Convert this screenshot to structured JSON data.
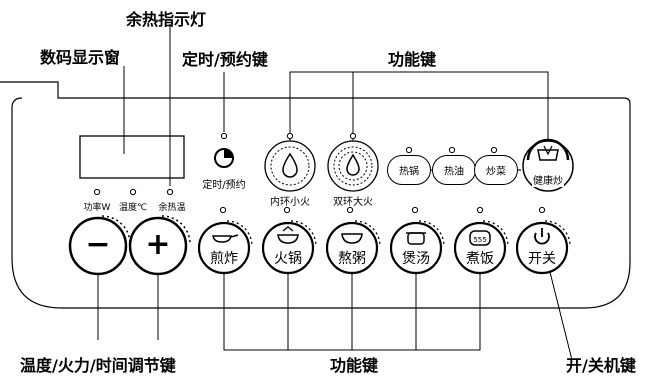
{
  "callouts": {
    "residual_heat_indicator": "余热指示灯",
    "display_window": "数码显示窗",
    "timer_preset_key": "定时/预约键",
    "function_keys_top": "功能键",
    "adjust_keys": "温度/火力/时间调节键",
    "function_keys_bottom": "功能键",
    "power_key": "开/关机键"
  },
  "indicator_labels": {
    "power": "功率W",
    "temperature": "温度℃",
    "residual_heat": "余热温"
  },
  "top_controls": {
    "timer": "定时/预约",
    "inner_ring": "内环小火",
    "double_ring": "双环大火"
  },
  "pill_buttons": [
    "热锅",
    "热油",
    "炒菜"
  ],
  "healthy_fry": "健康炒",
  "adjust_buttons": [
    "−",
    "+"
  ],
  "function_buttons": [
    "煎炸",
    "火锅",
    "熬粥",
    "煲汤",
    "煮饭",
    "开关"
  ],
  "icons": {
    "minus": "minus-icon",
    "plus": "plus-icon",
    "timer": "timer-icon",
    "flame": "flame-icon",
    "fry": "frying-pan-icon",
    "hotpot": "hotpot-icon",
    "porridge": "bowl-icon",
    "soup": "soup-pot-icon",
    "rice": "rice-cooker-icon",
    "power": "power-icon",
    "healthy": "healthy-fry-icon"
  }
}
